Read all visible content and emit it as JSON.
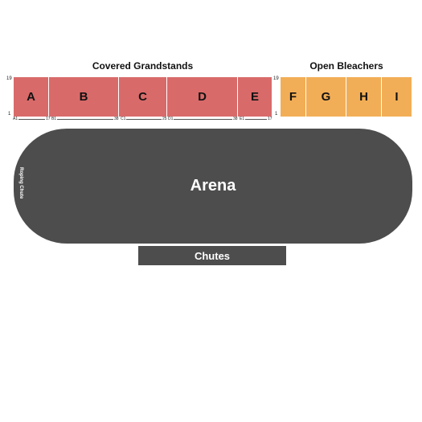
{
  "groups": {
    "covered_title": "Covered Grandstands",
    "bleachers_title": "Open Bleachers"
  },
  "row_labels": {
    "top_left": "19",
    "bottom_left": "1",
    "top_right": "19",
    "bottom_right": "1"
  },
  "sections": {
    "A": "A",
    "B": "B",
    "C": "C",
    "D": "D",
    "E": "E",
    "F": "F",
    "G": "G",
    "H": "H",
    "I": "I"
  },
  "seat_labels": {
    "a_start": "A1",
    "a_end_b_start": "17 B1",
    "b_end": "38",
    "c_start": "C1",
    "c_end": "25",
    "d_start": "D1",
    "d_end": "38",
    "e_start": "E1",
    "e_end": "17"
  },
  "arena": {
    "label": "Arena",
    "roping_chute": "Roping Chute"
  },
  "chutes": {
    "label": "Chutes"
  },
  "colors": {
    "covered": "#d96a6a",
    "bleachers": "#f2ae56",
    "arena": "#4d4d4d"
  }
}
